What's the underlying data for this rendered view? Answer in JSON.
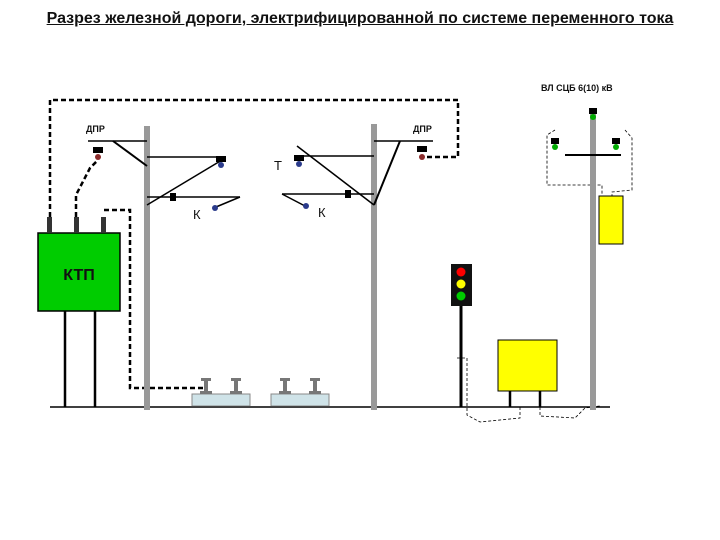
{
  "title": "Разрез железной дороги, электрифицированной по системе переменного тока",
  "labels": {
    "dpr_left": "ДПР",
    "dpr_right": "ДПР",
    "vl_sc": "ВЛ СЦБ 6(10) кВ",
    "t": "Т",
    "k_left": "К",
    "k_right": "К",
    "ktp": "КТП"
  },
  "colors": {
    "ktp": "#00cc00",
    "box": "#ffff00",
    "pole": "#999999",
    "signal_red": "#ff0000",
    "signal_yellow": "#ffff00",
    "signal_green": "#00cc00",
    "sleeper": "#cfe3e8"
  }
}
